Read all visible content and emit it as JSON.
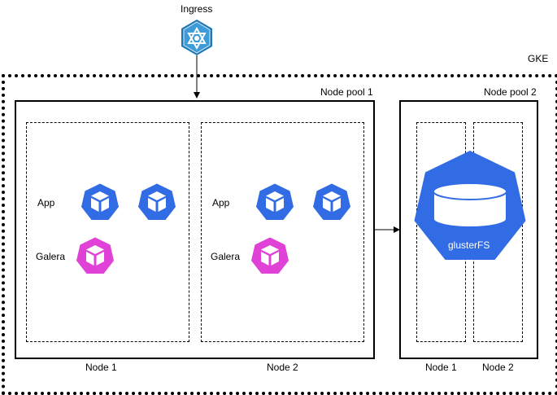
{
  "ingress": {
    "label": "Ingress",
    "color": "#2c8fce",
    "icon": "ingress-icon"
  },
  "cluster": {
    "label": "GKE"
  },
  "pool1": {
    "label": "Node pool 1",
    "node1": {
      "label": "Node 1",
      "app_label": "App",
      "galera_label": "Galera"
    },
    "node2": {
      "label": "Node 2",
      "app_label": "App",
      "galera_label": "Galera"
    }
  },
  "pool2": {
    "label": "Node pool 2",
    "node1": {
      "label": "Node 1"
    },
    "node2": {
      "label": "Node 2"
    },
    "storage": {
      "label": "glusterFS",
      "color": "#326ce5",
      "icon": "database-icon"
    }
  },
  "colors": {
    "app_pod": "#326ce5",
    "galera_pod": "#e041d6"
  }
}
